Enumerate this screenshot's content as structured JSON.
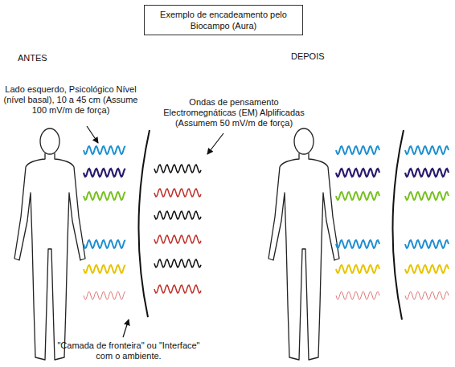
{
  "diagram": {
    "title": "Exemplo de encadeamento pelo Biocampo (Aura)",
    "labels": [
      "ANTES",
      "DEPOIS",
      "Lado esquerdo, Psicológico Nível (nível basal), 10 a 45 cm (Assume 100 mV/m de força)",
      "Ondas de pensamento Electromegnáticas (EM) Alplificadas (Assumem 50 mV/m de força)",
      "\"Camada de fronteira\" ou \"Interface\" com o ambiente."
    ]
  }
}
